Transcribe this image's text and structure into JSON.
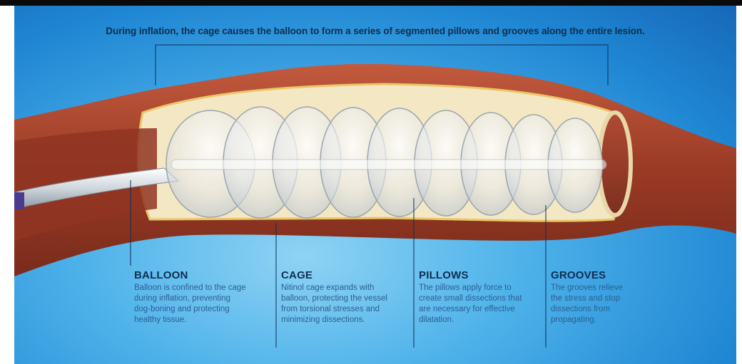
{
  "caption": "During inflation, the cage causes the balloon to form a series of segmented pillows and grooves along the entire lesion.",
  "callouts": [
    {
      "title": "BALLOON",
      "text": "Balloon is confined to the cage during inflation, preventing dog-boning and protecting healthy tissue."
    },
    {
      "title": "CAGE",
      "text": "Nitinol cage expands with balloon, protecting the vessel from torsional stresses and minimizing dissections."
    },
    {
      "title": "PILLOWS",
      "text": "The pillows apply force to create small dissections that are necessary for effective dilatation."
    },
    {
      "title": "GROOVES",
      "text": "The grooves relieve the stress and stop dissections from propagating."
    }
  ],
  "colors": {
    "background_blue": "#2a95dd",
    "vessel_wall": "#a8432c",
    "plaque": "#f3e7c4",
    "title_text": "#0e2f52",
    "body_text": "#2a5f8f"
  }
}
